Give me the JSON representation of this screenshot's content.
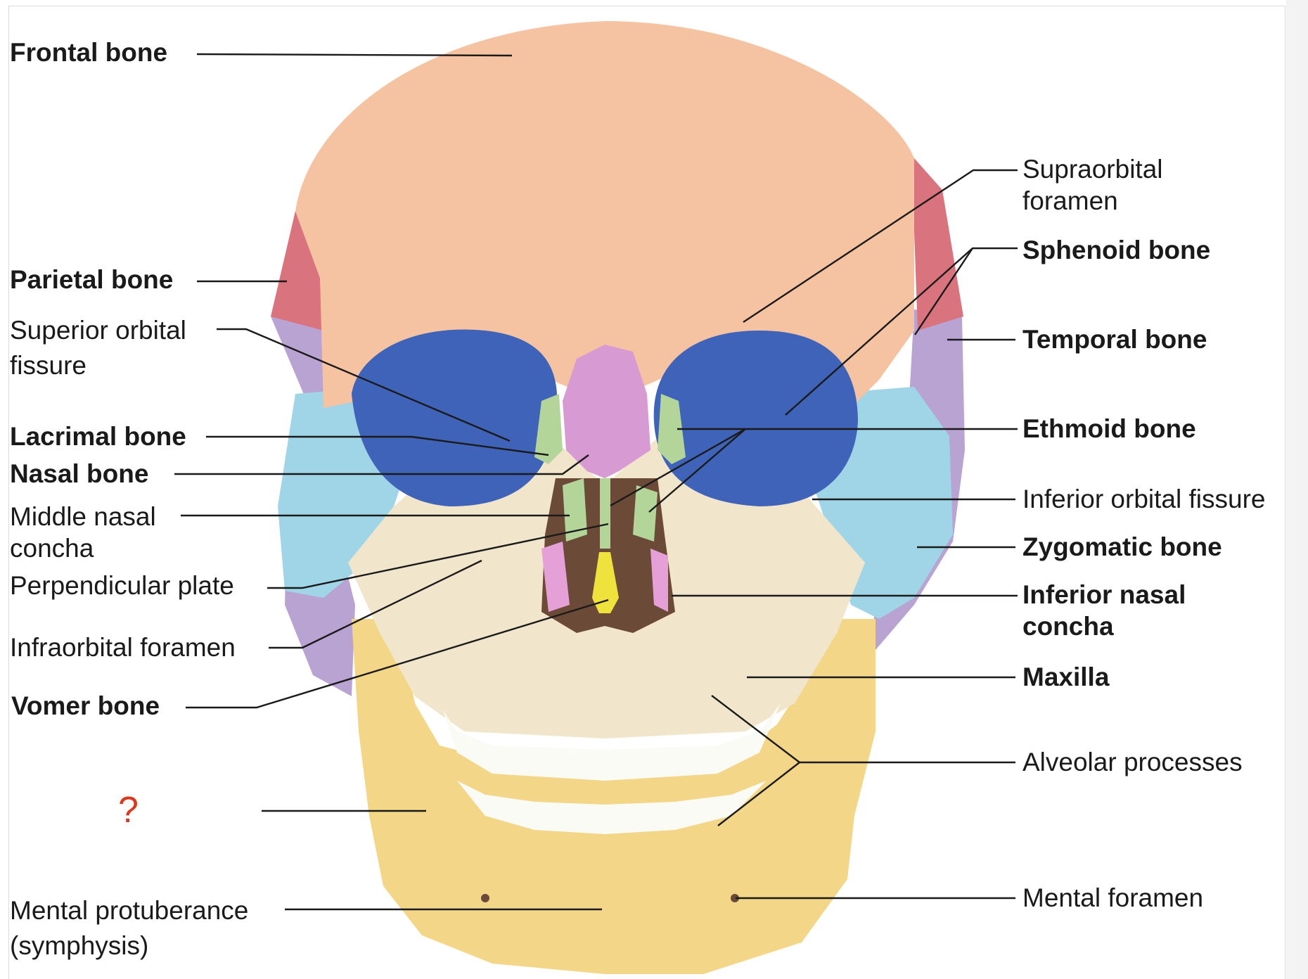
{
  "labels": {
    "frontal_bone": "Frontal bone",
    "parietal_bone": "Parietal bone",
    "superior_orbital_fissure": "Superior orbital\nfissure",
    "lacrimal_bone": "Lacrimal bone",
    "nasal_bone": "Nasal bone",
    "middle_nasal_concha": "Middle nasal\nconcha",
    "perpendicular_plate": "Perpendicular plate",
    "infraorbital_foramen": "Infraorbital foramen",
    "vomer_bone": "Vomer bone",
    "unknown_label": "?",
    "mental_protuberance": "Mental protuberance\n(symphysis)",
    "supraorbital_foramen": "Supraorbital\nforamen",
    "sphenoid_bone": "Sphenoid bone",
    "temporal_bone": "Temporal bone",
    "ethmoid_bone": "Ethmoid bone",
    "inferior_orbital_fissure": "Inferior orbital fissure",
    "zygomatic_bone": "Zygomatic bone",
    "inferior_nasal_concha": "Inferior nasal\nconcha",
    "maxilla": "Maxilla",
    "alveolar_processes": "Alveolar processes",
    "mental_foramen": "Mental foramen"
  },
  "colors": {
    "frontal": "#f6c3a2",
    "parietal": "#d9747e",
    "temporal": "#b9a3d2",
    "sphenoid": "#3f63b8",
    "zygomatic": "#9fd5e6",
    "ethmoid": "#b3d59a",
    "nasal": "#d79ad2",
    "maxilla": "#f1e6cc",
    "mandible": "#f3d687",
    "teeth": "#fbfbf6",
    "vomer": "#f0e23c",
    "inferior_concha": "#e6a0d8",
    "cavity": "#6b4a37",
    "question_mark": "#d93a1d",
    "leader_line": "#1a1a1a"
  }
}
